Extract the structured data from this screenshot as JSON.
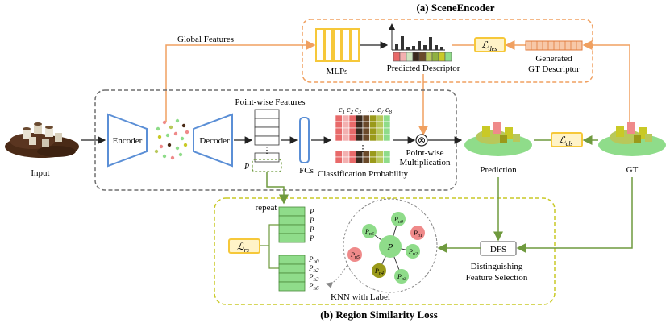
{
  "scene_encoder": {
    "title": "(a) SceneEncoder",
    "mlps_label": "MLPs",
    "predicted_descriptor_label": "Predicted Descriptor",
    "loss_des": "ℒ",
    "loss_des_sub": "des",
    "generated_gt_label_1": "Generated",
    "generated_gt_label_2": "GT Descriptor"
  },
  "global_features_label": "Global Features",
  "main": {
    "input_label": "Input",
    "encoder_label": "Encoder",
    "decoder_label": "Decoder",
    "pointwise_features_label": "Point-wise Features",
    "p_label": "P",
    "fcs_label": "FCs",
    "class_header": [
      "c",
      "c",
      "c",
      "…",
      "c",
      "c"
    ],
    "class_header_subs": [
      "1",
      "2",
      "3",
      "",
      "7",
      "8"
    ],
    "classification_label": "Classification Probability",
    "pointwise_mult_1": "Point-wise",
    "pointwise_mult_2": "Multiplication",
    "otimes": "⊗",
    "prediction_label": "Prediction",
    "loss_cls": "ℒ",
    "loss_cls_sub": "cls",
    "gt_label": "GT",
    "ellipsis": "⋮"
  },
  "region_similarity": {
    "title": "(b) Region Similarity Loss",
    "repeat_label": "repeat",
    "repeat_rows": [
      "P",
      "P",
      "P",
      "P"
    ],
    "loss_rs": "ℒ",
    "loss_rs_sub": "rs",
    "neighbor_rows": [
      {
        "base": "P",
        "sub": "n0"
      },
      {
        "base": "P",
        "sub": "n2"
      },
      {
        "base": "P",
        "sub": "n3"
      },
      {
        "base": "P",
        "sub": "n6"
      }
    ],
    "knn_label": "KNN with Label",
    "dfs_label": "DFS",
    "dfs_caption_1": "Distinguishing",
    "dfs_caption_2": "Feature Selection",
    "center_node": "P",
    "neighbor_nodes": [
      {
        "base": "P",
        "sub": "n6",
        "color": "#8fdc8a"
      },
      {
        "base": "P",
        "sub": "n0",
        "color": "#8fdc8a"
      },
      {
        "base": "P",
        "sub": "n1",
        "color": "#ef8a8a"
      },
      {
        "base": "P",
        "sub": "n5",
        "color": "#ef8a8a"
      },
      {
        "base": "P",
        "sub": "n2",
        "color": "#8fdc8a"
      },
      {
        "base": "P",
        "sub": "n4",
        "color": "#9a9a1a"
      },
      {
        "base": "P",
        "sub": "n3",
        "color": "#8fdc8a"
      }
    ]
  },
  "colors": {
    "orange": "#f0a060",
    "green_arrow": "#6f9a3e",
    "yellow_box": "#f6c83a",
    "blue_shape": "#5b8fd6",
    "gray_dashed": "#6e6e6e",
    "olive_dashed": "#c9c926"
  }
}
